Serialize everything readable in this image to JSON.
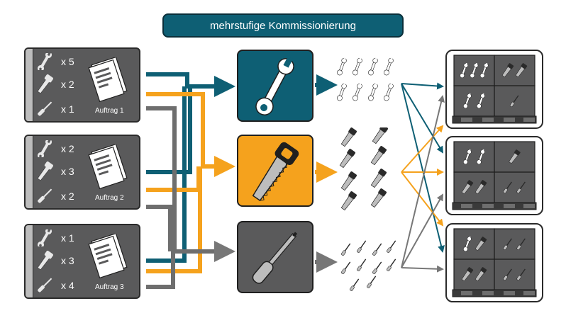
{
  "title": "mehrstufige Kommissionierung",
  "orders": [
    {
      "label": "Auftrag 1",
      "quantities": [
        "x 5",
        "x 2",
        "x 1"
      ]
    },
    {
      "label": "Auftrag 2",
      "quantities": [
        "x 2",
        "x 3",
        "x 2"
      ]
    },
    {
      "label": "Auftrag 3",
      "quantities": [
        "x 1",
        "x 3",
        "x 4"
      ]
    }
  ],
  "stations": [
    {
      "name": "wrench",
      "icon": "wrench-icon",
      "color": "#0e5f74"
    },
    {
      "name": "saw",
      "icon": "saw-icon",
      "color": "#f5a21d"
    },
    {
      "name": "screwdriver",
      "icon": "screwdriver-icon",
      "color": "#5a5a5b"
    }
  ],
  "colors": {
    "teal": "#0e5f74",
    "orange": "#f5a21d",
    "gray": "#6e6e6e",
    "dark": "#5a5a5b"
  }
}
